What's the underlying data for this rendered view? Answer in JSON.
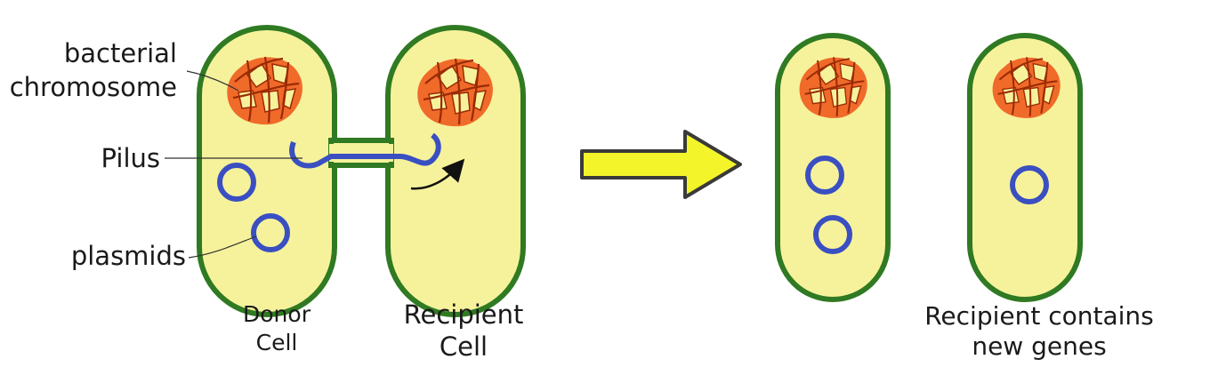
{
  "labels": {
    "chromosome_line1": "bacterial",
    "chromosome_line2": "chromosome",
    "pilus": "Pilus",
    "plasmids": "plasmids",
    "donor_line1": "Donor",
    "donor_line2": "Cell",
    "recipient_line1": "Recipient",
    "recipient_line2": "Cell",
    "result_line1": "Recipient contains",
    "result_line2": "new genes"
  },
  "colors": {
    "cytoplasm": "#f6f29c",
    "cell_wall": "#2f7a22",
    "chromosome": "#f06a2a",
    "plasmid": "#3a4fc1",
    "arrow": "#f3f52a"
  },
  "icons": [
    "bacterial-cell",
    "chromosome-icon",
    "plasmid-ring",
    "pilus-bridge",
    "transfer-arrow"
  ]
}
